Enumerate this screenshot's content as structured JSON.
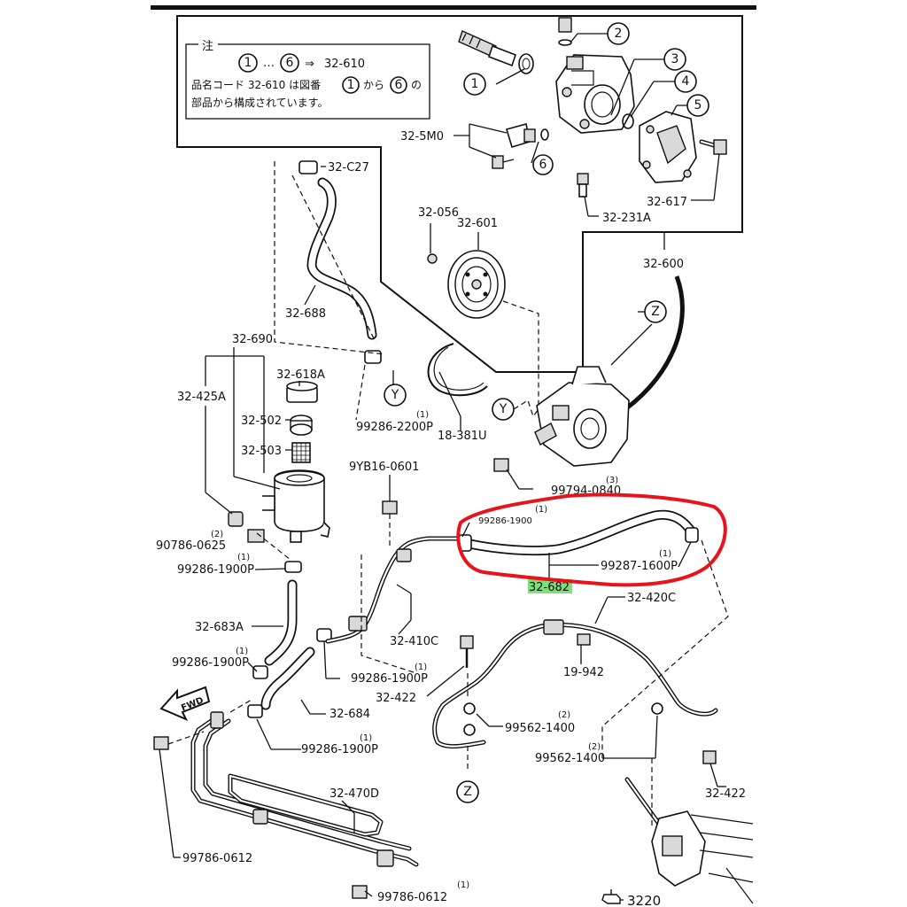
{
  "note": {
    "title": "注",
    "range_from": "1",
    "range_sep": "…",
    "range_to": "6",
    "arrow": "⇒",
    "range_code": "32-610",
    "line1_a": "品名コード 32-610 は図番",
    "line1_from": "1",
    "line1_b": "から",
    "line1_to": "6",
    "line1_c": "の",
    "line2": "部品から構成されています。"
  },
  "circled": {
    "c1": "1",
    "c2": "2",
    "c3": "3",
    "c4": "4",
    "c5": "5",
    "c6": "6",
    "z": "Z",
    "y": "Y"
  },
  "labels": {
    "l_32_5M0": "32-5M0",
    "l_32_617": "32-617",
    "l_32_231A": "32-231A",
    "l_32_600": "32-600",
    "l_32_056": "32-056",
    "l_32_601": "32-601",
    "l_32_C27": "32-C27",
    "l_32_688": "32-688",
    "l_32_690": "32-690",
    "l_32_425A": "32-425A",
    "l_32_618A": "32-618A",
    "l_32_502": "32-502",
    "l_32_503": "32-503",
    "l_99286_2200P": "99286-2200P",
    "l_99286_2200P_q": "(1)",
    "l_18_381U": "18-381U",
    "l_9YB16_0601": "9YB16-0601",
    "l_99794_0840": "99794-0840",
    "l_99794_0840_q": "(3)",
    "l_99286_1900_top": "99286-1900",
    "l_99286_1900_top_q": "(1)",
    "l_99287_1600P": "99287-1600P",
    "l_99287_1600P_q": "(1)",
    "l_32_682": "32-682",
    "l_90786_0625": "90786-0625",
    "l_90786_0625_q": "(2)",
    "l_99286_1900P_a": "99286-1900P",
    "l_99286_1900P_a_q": "(1)",
    "l_32_683A": "32-683A",
    "l_99286_1900P_b": "99286-1900P",
    "l_99286_1900P_b_q": "(1)",
    "l_99286_1900P_c": "99286-1900P",
    "l_99286_1900P_c_q": "(1)",
    "l_99286_1900P_d": "99286-1900P",
    "l_99286_1900P_d_q": "(1)",
    "l_32_410C": "32-410C",
    "l_32_684": "32-684",
    "l_32_420C": "32-420C",
    "l_19_942": "19-942",
    "l_32_422_a": "32-422",
    "l_99562_1400_a": "99562-1400",
    "l_99562_1400_a_q": "(2)",
    "l_99562_1400_b": "99562-1400",
    "l_99562_1400_b_q": "(2)",
    "l_32_422_b": "32-422",
    "l_32_470D": "32-470D",
    "l_99786_0612_a": "99786-0612",
    "l_99786_0612_b": "99786-0612",
    "l_99786_0612_b_q": "(1)",
    "l_3220": "3220",
    "fwd": "FWD"
  },
  "highlight": {
    "color": "#e8141b",
    "label_bg": "#7de07d"
  }
}
